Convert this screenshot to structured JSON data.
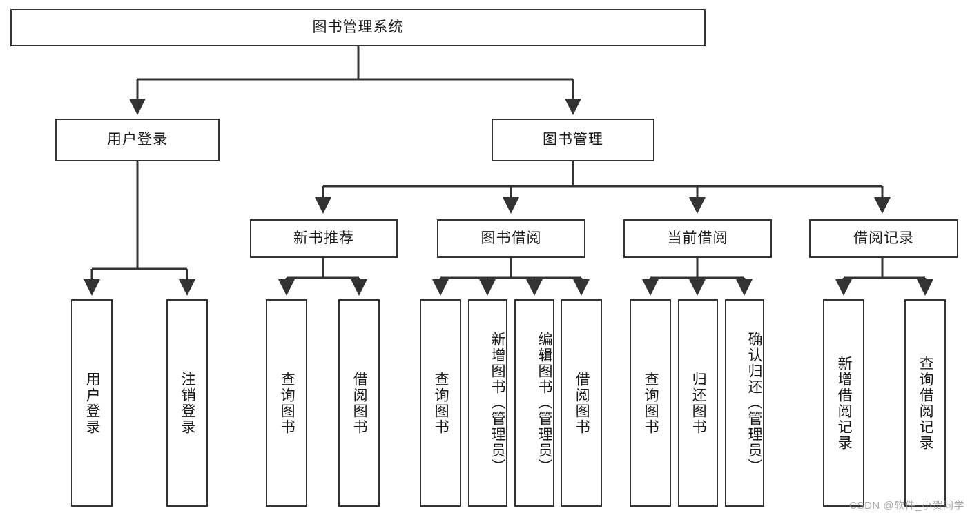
{
  "diagram": {
    "type": "tree-hierarchy",
    "title": "图书管理系统",
    "watermark": "CSDN @软件_小贺同学",
    "colors": {
      "box_border": "#333333",
      "box_fill": "#ffffff",
      "connector": "#333333",
      "text": "#1a1a1a",
      "watermark": "#9a9a9a"
    },
    "levels": {
      "root": "图书管理系统",
      "level2": [
        "用户登录",
        "图书管理"
      ],
      "level3": [
        "新书推荐",
        "图书借阅",
        "当前借阅",
        "借阅记录"
      ]
    }
  },
  "nodes": {
    "root": {
      "label": "图书管理系统"
    },
    "user_login": {
      "label": "用户登录"
    },
    "book_manage": {
      "label": "图书管理"
    },
    "new_book_rec": {
      "label": "新书推荐"
    },
    "book_borrow": {
      "label": "图书借阅"
    },
    "current_borrow": {
      "label": "当前借阅"
    },
    "borrow_record": {
      "label": "借阅记录"
    },
    "leaf_user_login": {
      "label": "用户登录"
    },
    "leaf_logout": {
      "label": "注销登录"
    },
    "leaf_query_book_1": {
      "label": "查询图书"
    },
    "leaf_borrow_book_1": {
      "label": "借阅图书"
    },
    "leaf_query_book_2": {
      "label": "查询图书"
    },
    "leaf_add_book": {
      "label": "新增图书（管理员）"
    },
    "leaf_edit_book": {
      "label": "编辑图书（管理员）"
    },
    "leaf_borrow_book_2": {
      "label": "借阅图书"
    },
    "leaf_query_book_3": {
      "label": "查询图书"
    },
    "leaf_return_book": {
      "label": "归还图书"
    },
    "leaf_confirm_return": {
      "label": "确认归还（管理员）"
    },
    "leaf_add_record": {
      "label": "新增借阅记录"
    },
    "leaf_query_record": {
      "label": "查询借阅记录"
    }
  }
}
